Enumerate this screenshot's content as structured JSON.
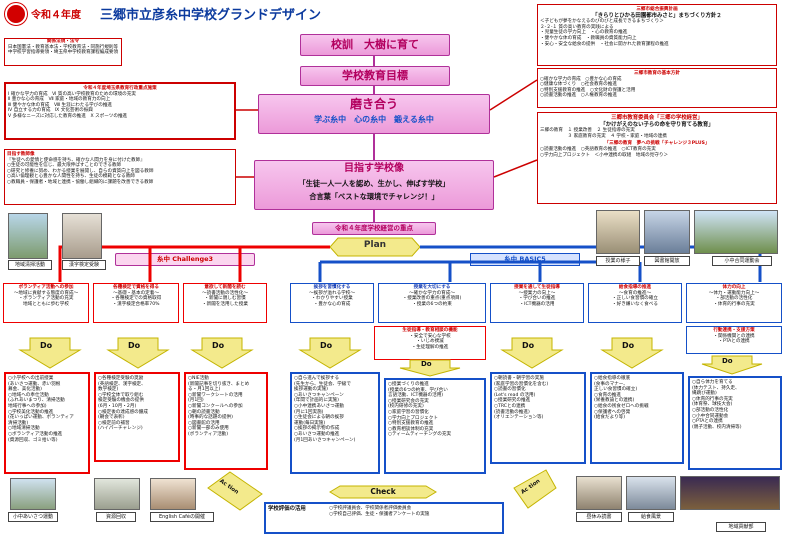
{
  "header": {
    "era": "令和４年度",
    "title": "三郷市立彦糸中学校グランドデザイン"
  },
  "laws": {
    "title": "関係法規・法令",
    "lines": [
      "日本国憲法・教育基本法・学校教育法・同施行規則等",
      "中学校学習指導要領・埼玉県中学校教育課程編成要領"
    ]
  },
  "mission": {
    "title": "令和４年度埼玉県教育行政重点施策",
    "lines": [
      "Ⅰ 確かな学力の育成　Ⅵ 質の高い学校教育のための環境の充実",
      "Ⅱ 豊かな心の育成　Ⅶ 家庭・地域の教育力の向上",
      "Ⅲ 健やかな体の育成　Ⅷ 生涯にわたる学びの推進",
      "Ⅳ 自立する力の育成　Ⅸ 文化芸術の振興",
      "Ⅴ 多様なニーズに対応した教育の推進　Ⅹ スポーツの推進"
    ]
  },
  "teacher": {
    "title": "目指す教師像",
    "lines": [
      "『生徒への愛情と使命感を持ち、確かな人間力を身に付けた教師』",
      "○生徒の可能性を信じ、最大限伸ばすことのできる教師",
      "○研究と修養に努め、わかる授業を展開し、自らの資質向上を図る教師",
      "○高い倫理観と心豊かな人間性を持ち、生徒の模範となる教師",
      "○教職員・保護者・地域と連携・協働し組織的に課題を改善できる教師"
    ]
  },
  "city_plan": {
    "title": "三郷市総合振興計画",
    "subtitle": "「きらりとひかる田園都市みさと」まちづくり方針２",
    "lines": [
      "＜子どもが夢をかなえるのびのびと成長できるまちづくり＞",
      "２-２-１ 質の高い教育の実践による",
      "・児童生徒の学力向上　・心の教育の推進",
      "・健やかな体の育成　・教職員の資質能力向上",
      "・安心・安全な給食の提供　・社会に開かれた教育課程の推進"
    ]
  },
  "city_edu": {
    "title": "三郷市教育の基本方針",
    "lines": [
      "○確かな学力の育成　○豊かな心の育成",
      "○健康な体づくり　○社会教育の推進",
      "○特別支援教育の推進　○文化財の保護と活用",
      "○読書活動の推進　○人権教育の推進"
    ]
  },
  "city_board": {
    "title": "三郷市教育委員会「三郷の学校経営」",
    "lines": [
      "「かけがえのない子らの命を守り育てる教育」",
      "三郷の教育　１ 授業改善　２ 生徒指導の充実",
      "　　　　　　３ 家庭教育の充実　４ 学校・家庭・地域の連携",
      "「三郷の教育　夢への挑戦「チャレンジ３PLUS」",
      "○読書活動の推進　○英語教育の推進　○ICT教育の充実",
      "○学力向上プロジェクト　＜小中連携の取組　地域の見守り＞"
    ]
  },
  "banners": {
    "motto": "校訓　大樹に育て",
    "goal_label": "学校教育目標",
    "goal_main": "磨き合う",
    "goal_sub": "学ぶ糸中　心の糸中　鍛える糸中",
    "student_label": "目指す学校像",
    "student_main": "「生徒一人一人を認め、生かし、伸ばす学校」",
    "student_sub": "合言葉「ベストな環境でチャレンジ！」",
    "focus": "令和４年度学校経営の重点",
    "plan": "Plan",
    "check": "Check",
    "action": "Ac tion"
  },
  "challenge_label": "糸中 Challenge3",
  "basic_label": "糸中 BASIC5",
  "headers": [
    {
      "title": "ボランティア活動への参加",
      "lines": [
        "～地域に貢献する態度の育成～",
        "・ボランティア活動の充実",
        "地域とともに歩む学校"
      ]
    },
    {
      "title": "各種検定で資格を得る",
      "lines": [
        "～基礎・基本の定着～",
        "・各種検定での資格取得",
        "・漢字検定合格率70%"
      ]
    },
    {
      "title": "意欲して新聞を読む",
      "lines": [
        "～読書活動の活性化～",
        "・新聞に親しむ習慣",
        "・新聞を活用した授業"
      ]
    },
    {
      "title": "挨拶を習慣化する",
      "lines": [
        "～挨拶が溢れる学校～",
        "・わかりやすい授業",
        "・豊かな心の育成"
      ]
    },
    {
      "title": "授業を大切にする",
      "lines": [
        "～確かな学力の育成～",
        "・授業改善の重点(重点項目)",
        "・授業の6つの約束"
      ]
    },
    {
      "title": "授業を通して生徒指導",
      "lines": [
        "～授業力の向上～",
        "・学び合いの推進",
        "・ICT機器の活用"
      ]
    },
    {
      "title": "給食指導の推進",
      "lines": [
        "～食育の推進～",
        "・正しい食習慣の確立",
        "・好き嫌いなく食べる"
      ]
    },
    {
      "title": "体力の向上",
      "lines": [
        "～体力・運動能力向上～",
        "・部活動の活性化",
        "・体育的行事の充実"
      ]
    }
  ],
  "sub_box": {
    "title": "生徒指導・教育相談の機能",
    "lines": [
      "・安全で安心な学校",
      "・いじめ撲滅",
      "・生徒理解の推進"
    ]
  },
  "action_box": {
    "title": "行動連携・支援方策",
    "lines": [
      "・関係機関との連携",
      "・PTAとの連携"
    ]
  },
  "do_label": "Do",
  "do_lanes": [
    {
      "lines": [
        "○小学校への出前授業",
        "(あいさつ運動、赤い羽根",
        "募金、美化活動)",
        "○地域への奉仕活動",
        "(ふれあいまつり、清掃活動",
        "地域行事への参加)",
        "○学校美化活動の推進",
        "(花いっぱい運動、ボランティア",
        "清掃活動)",
        "○地域清掃活動",
        "○ボランティア活動の推進",
        "(資源回収、ゴミ拾い等)"
      ]
    },
    {
      "lines": [
        "○各種検定受験の奨励",
        "(英語検定、漢字検定、",
        "数学検定)",
        "○学校全体で取り組む",
        "検定受験の機会の提供",
        "(6月・10月・2月)",
        "○検定後の達成感の醸成",
        "(朝会で表彰)",
        "○検定前の補習",
        "(ハイパーチャレンジ)"
      ]
    },
    {
      "lines": [
        "○NIE活動",
        "(新聞記事を切り抜き、まとめ",
        "る・月1回以上)",
        "○新聞ワークシートの活用",
        "(月1回)",
        "○新聞コンクールへの参加",
        "○朝の読書活動",
        "(時事的な話題の提供)",
        "○図書館の活用",
        "○新聞一部のみ使用",
        "(ボランティア活動)"
      ]
    },
    {
      "lines": [
        "○自ら進んで挨拶する",
        "(先生から、生徒会、学級で",
        "挨拶運動の実施)",
        "○あいさつキャンペーン",
        "(年間で計画的に実施)",
        "○小中連携あいさつ運動",
        "(月に1回実施)",
        "○生徒会による朝の挨拶",
        "運動(毎日実施)",
        "○挨拶の掲示物の作成",
        "○あいさつ運動の推進",
        "(月1回あいさつキャンペーン)"
      ]
    },
    {
      "lines": [
        "○授業づくりの推進",
        "(授業の6つの約束、学び合い",
        "言語活動、ICT機器の活用)",
        "○授業研究会の充実",
        "(校内研修の充実)",
        "○家庭学習の習慣化",
        "○学力向上プロジェクト",
        "○特別支援教育の推進",
        "○教育相談体制の充実",
        "○ティームティーチングの充実"
      ]
    },
    {
      "lines": [
        "○朝読書・朝学習の実施",
        "(家庭学習の習慣化を含む)",
        "○読書の習慣化",
        "(Let's read の活用)",
        "○授業研究の推進",
        "○TRCとの連携",
        "(読書活動の推進)",
        "(オリエンテーション等)"
      ]
    },
    {
      "lines": [
        "○給食指導の徹底",
        "(食事のマナー、",
        "正しい食習慣の確立)",
        "○食育の推進",
        "(栄養教諭との連携)",
        "○給食の残食ゼロへの挑戦",
        "○保護者への啓発",
        "(給食だより等)"
      ]
    },
    {
      "lines": [
        "○自ら体力を育てる",
        "(体力テスト、持久走、",
        "縄跳び運動)",
        "○体育的行事の充実",
        "(体育祭、球技大会)",
        "○部活動の活性化",
        "○小中合同運動会",
        "○PTAとの連携",
        "(親子活動、校内清掃等)"
      ]
    }
  ],
  "check_box": {
    "title": "学校評価の活用",
    "lines": [
      "○学校評議員会、学校関係者評価委員会",
      "○学校自己評価、生徒・保護者アンケートの実施"
    ]
  },
  "photo_captions": {
    "p1": "地域清掃活動",
    "p2": "漢字検定受験",
    "p3": "授業の様子",
    "p4": "図書館開放",
    "p5": "小中合同運動会",
    "p6": "小中あいさつ運動",
    "p7": "資源回収",
    "p8": "English Caféの開催",
    "p9": "昼休み読書",
    "p10": "給食風景",
    "p11": "地域貢献部"
  }
}
